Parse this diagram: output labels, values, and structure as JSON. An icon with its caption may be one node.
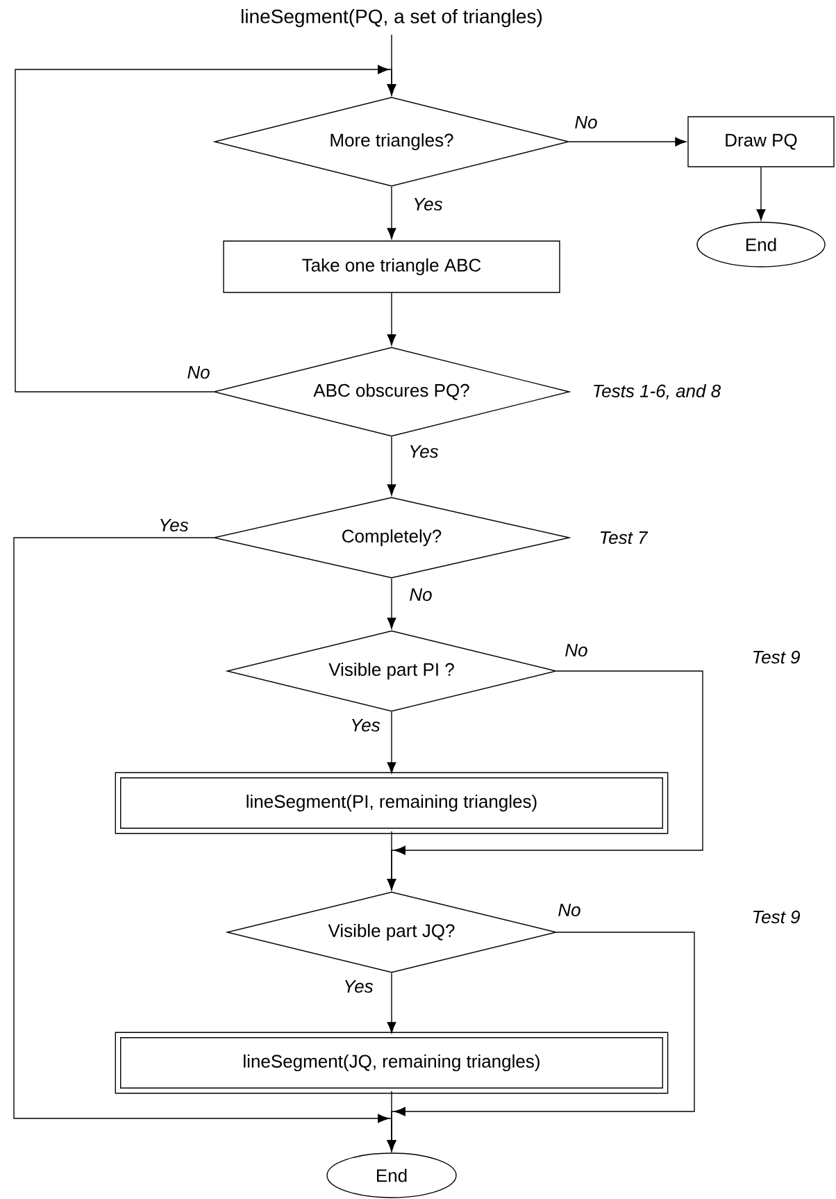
{
  "diagram": {
    "nodes": [
      {
        "text": [
          "lineSegment(PQ, a set of triangles)"
        ]
      },
      {
        "text": [
          "More triangles?"
        ]
      },
      {
        "text": [
          "Draw PQ"
        ]
      },
      {
        "text": [
          "End"
        ]
      },
      {
        "text": [
          "Take one triangle ABC"
        ]
      },
      {
        "text": [
          "ABC obscures PQ?"
        ],
        "beside": [
          "Tests 1-6, and 8"
        ]
      },
      {
        "text": [
          "Completely?"
        ],
        "beside": [
          "Test 7"
        ]
      },
      {
        "text": [
          "Visible part PI ?"
        ]
      },
      {
        "text": [
          "lineSegment(PI, remaining triangles)"
        ]
      },
      {
        "text": [
          "Visible part JQ?"
        ]
      },
      {
        "text": [
          "lineSegment(JQ, remaining triangles)"
        ]
      },
      {
        "text": [
          "End"
        ]
      }
    ],
    "edges": [
      {
        "from": 0,
        "to": 1,
        "arrow": "to"
      },
      {
        "from": 1,
        "to": 2,
        "arrow": "to",
        "label": "No"
      },
      {
        "from": 2,
        "to": 3,
        "arrow": "to"
      },
      {
        "from": 1,
        "to": 4,
        "arrow": "to",
        "label": "Yes"
      },
      {
        "from": 4,
        "to": 5,
        "arrow": "to"
      },
      {
        "from": 5,
        "to": 1,
        "arrow": "to",
        "label": "No"
      },
      {
        "from": 5,
        "to": 6,
        "arrow": "to",
        "label": "Yes"
      },
      {
        "from": 6,
        "to": 11,
        "arrow": "to",
        "label": "Yes"
      },
      {
        "from": 6,
        "to": 7,
        "arrow": "to",
        "label": "No"
      },
      {
        "from": 7,
        "to": 8,
        "arrow": "to",
        "label": "Yes"
      },
      {
        "from": 7,
        "to": 9,
        "arrow": "to",
        "label": "No"
      },
      {
        "from": 8,
        "to": 9,
        "arrow": "to"
      },
      {
        "from": 9,
        "to": 10,
        "arrow": "to",
        "label": "Yes"
      },
      {
        "from": 9,
        "to": 11,
        "arrow": "to",
        "label": "No"
      },
      {
        "from": 10,
        "to": 11,
        "arrow": "to"
      }
    ],
    "labels": [
      "Test 9",
      "Test 9"
    ]
  }
}
